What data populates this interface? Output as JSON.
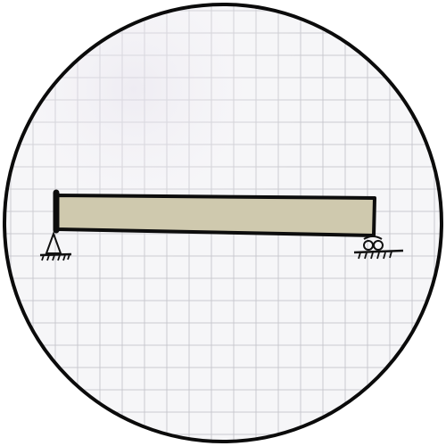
{
  "diagram": {
    "kind": "simply-supported-beam-sketch",
    "background": "graph-paper",
    "beam": {
      "fill_color": "#cfc9ae",
      "outline_color": "#0d0d0d"
    },
    "supports": [
      {
        "side": "left",
        "type": "pin"
      },
      {
        "side": "right",
        "type": "roller"
      }
    ],
    "colors": {
      "frame_border": "#0b0b0b",
      "grid_line": "#c9c9cf",
      "paper": "#f6f6f8",
      "ink": "#111111"
    }
  }
}
